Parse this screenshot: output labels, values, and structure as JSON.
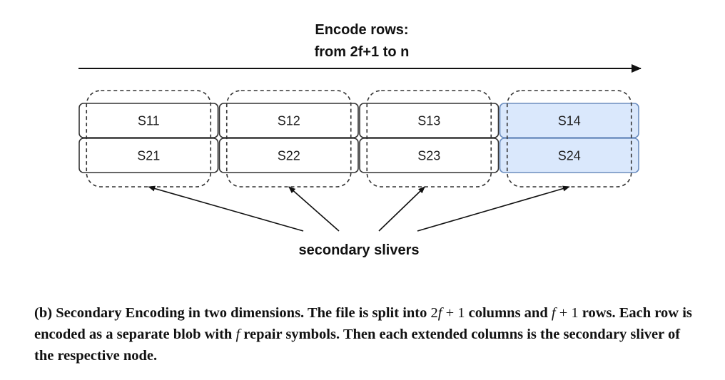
{
  "header": {
    "line1": "Encode rows:",
    "line2": "from 2f+1 to n"
  },
  "grid": {
    "rows": [
      [
        "S11",
        "S12",
        "S13",
        "S14"
      ],
      [
        "S21",
        "S22",
        "S23",
        "S24"
      ]
    ],
    "highlight_column_index": 3,
    "colors": {
      "cell_fill": "#ffffff",
      "cell_stroke": "#333333",
      "highlight_fill": "#dae8fc",
      "highlight_stroke": "#6c8ebf",
      "dashed_stroke": "#333333",
      "arrow": "#111111"
    }
  },
  "slivers_label": "secondary slivers",
  "caption": {
    "prefix": "(b)",
    "seg1": " Secondary Encoding in two dimensions. The file is split into ",
    "math1": "2",
    "math1_var": "f",
    "math1_rest": " + 1",
    "seg2": " columns and ",
    "math2_var": "f",
    "math2_rest": " + 1",
    "seg3": " rows. Each row is encoded as a separate blob with ",
    "math3_var": "f",
    "seg4": " repair symbols. Then each extended columns is the secondary sliver of the respective node."
  }
}
